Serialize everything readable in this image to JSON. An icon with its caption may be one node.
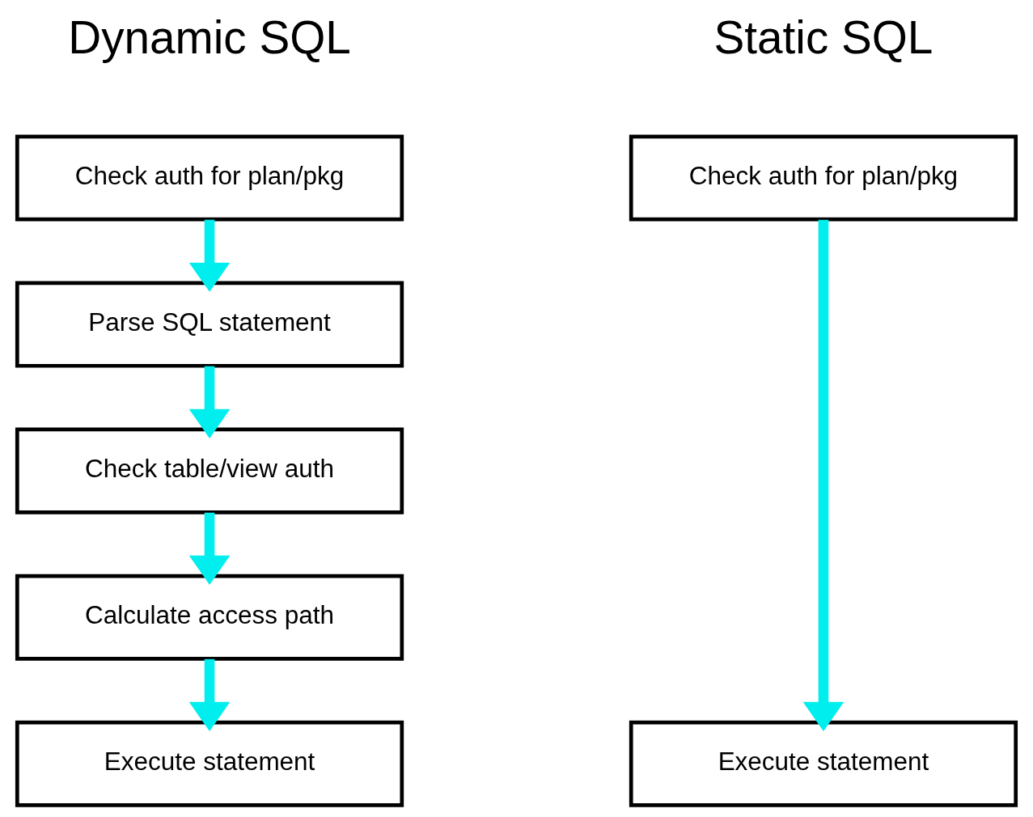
{
  "diagram": {
    "nodes": [
      {
        "text": [
          "Check auth for plan/pkg"
        ]
      },
      {
        "text": [
          "Parse SQL statement"
        ]
      },
      {
        "text": [
          "Check table/view auth"
        ]
      },
      {
        "text": [
          "Calculate access path"
        ]
      },
      {
        "text": [
          "Execute statement"
        ]
      },
      {
        "text": [
          "Check auth for plan/pkg"
        ]
      },
      {
        "text": [
          "Execute statement"
        ]
      }
    ],
    "edges": [
      {
        "from": 0,
        "to": 1,
        "arrow": "to"
      },
      {
        "from": 1,
        "to": 2,
        "arrow": "to"
      },
      {
        "from": 2,
        "to": 3,
        "arrow": "to"
      },
      {
        "from": 3,
        "to": 4,
        "arrow": "to"
      },
      {
        "from": 5,
        "to": 6,
        "arrow": "to"
      }
    ],
    "labels": [
      "Dynamic SQL",
      "Static SQL"
    ]
  }
}
